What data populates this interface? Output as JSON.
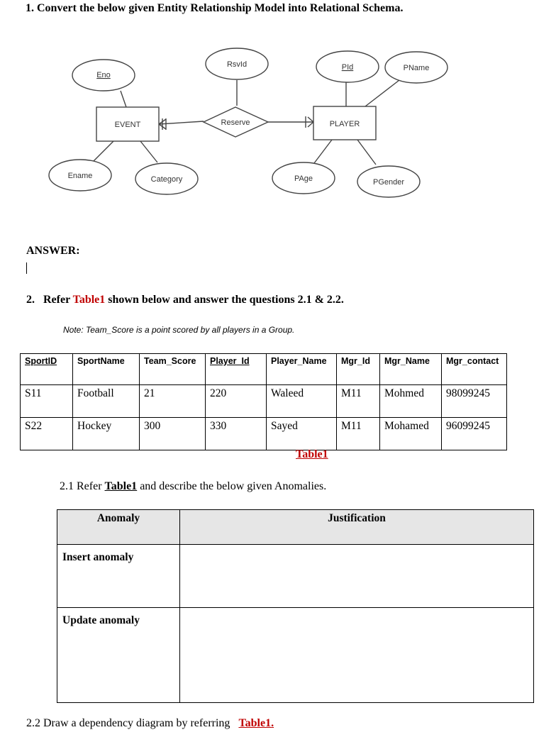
{
  "question1": "1. Convert the below given Entity Relationship Model into Relational Schema.",
  "er_diagram": {
    "entities": {
      "event": "EVENT",
      "player": "PLAYER"
    },
    "relationship": "Reserve",
    "attributes": {
      "eno": "Eno",
      "ename": "Ename",
      "category": "Category",
      "rsvid": "RsvId",
      "pid": "PId",
      "pname": "PName",
      "page": "PAge",
      "pgender": "PGender"
    }
  },
  "answer_label": "ANSWER:",
  "question2": {
    "prefix": "2.   Refer ",
    "ref": "Table1",
    "suffix": " shown below and answer the questions 2.1 & 2.2."
  },
  "note": "Note: Team_Score is a point scored by all players in a Group.",
  "table1": {
    "headers": [
      "SportID",
      "SportName",
      "Team_Score",
      "Player_Id",
      "Player_Name",
      "Mgr_Id",
      "Mgr_Name",
      "Mgr_contact"
    ],
    "rows": [
      [
        "S11",
        "Football",
        "21",
        "220",
        "Waleed",
        "M11",
        "Mohmed",
        "98099245"
      ],
      [
        "S22",
        "Hockey",
        "300",
        "330",
        "Sayed",
        "M11",
        "Mohamed",
        "96099245"
      ]
    ],
    "caption": "Table1"
  },
  "q21": {
    "prefix": "2.1 Refer ",
    "ref": "Table1",
    "suffix": " and describe the below given Anomalies."
  },
  "anomaly_table": {
    "headers": [
      "Anomaly",
      "Justification"
    ],
    "rows": [
      {
        "anomaly": "Insert anomaly",
        "justification": ""
      },
      {
        "anomaly": "Update anomaly",
        "justification": ""
      }
    ]
  },
  "q22": {
    "prefix": "2.2 Draw a dependency diagram by referring   ",
    "ref": "Table1",
    "suffix": "."
  }
}
